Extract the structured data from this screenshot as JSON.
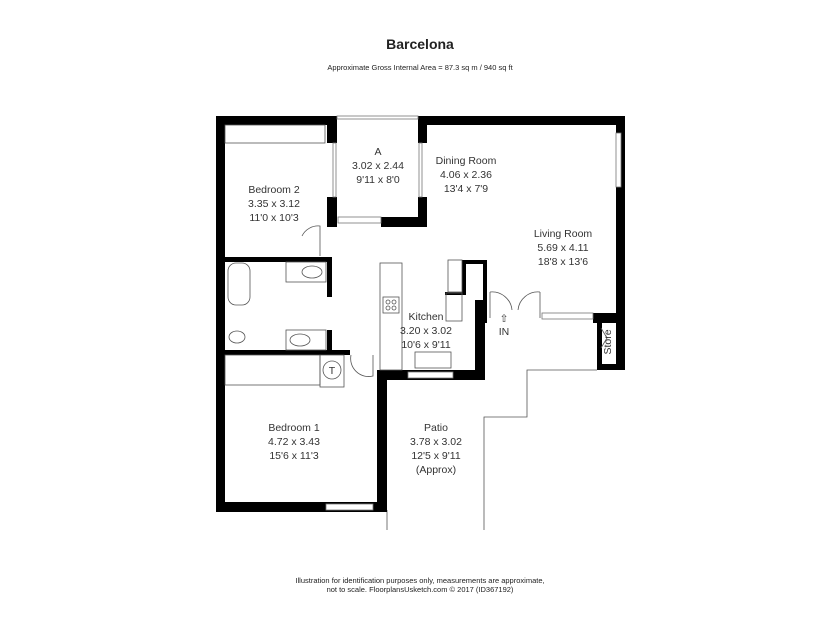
{
  "header": {
    "title": "Barcelona",
    "subtitle": "Approximate Gross Internal Area = 87.3 sq m / 940 sq ft"
  },
  "rooms": {
    "a": {
      "name": "A",
      "metric": "3.02 x 2.44",
      "imperial": "9'11 x 8'0"
    },
    "dining": {
      "name": "Dining Room",
      "metric": "4.06 x 2.36",
      "imperial": "13'4 x 7'9"
    },
    "bedroom2": {
      "name": "Bedroom 2",
      "metric": "3.35 x 3.12",
      "imperial": "11'0 x 10'3"
    },
    "living": {
      "name": "Living Room",
      "metric": "5.69 x 4.11",
      "imperial": "18'8 x 13'6"
    },
    "kitchen": {
      "name": "Kitchen",
      "metric": "3.20 x 3.02",
      "imperial": "10'6 x 9'11"
    },
    "bedroom1": {
      "name": "Bedroom 1",
      "metric": "4.72 x 3.43",
      "imperial": "15'6 x 11'3"
    },
    "patio": {
      "name": "Patio",
      "metric": "3.78 x 3.02",
      "imperial": "12'5 x 9'11",
      "note": "(Approx)"
    }
  },
  "labels": {
    "entrance": "IN",
    "store": "Store",
    "tank": "T"
  },
  "footer": {
    "line1": "Illustration for identification purposes only, measurements are approximate,",
    "line2": "not to scale. FloorplansUsketch.com © 2017 (ID367192)"
  }
}
